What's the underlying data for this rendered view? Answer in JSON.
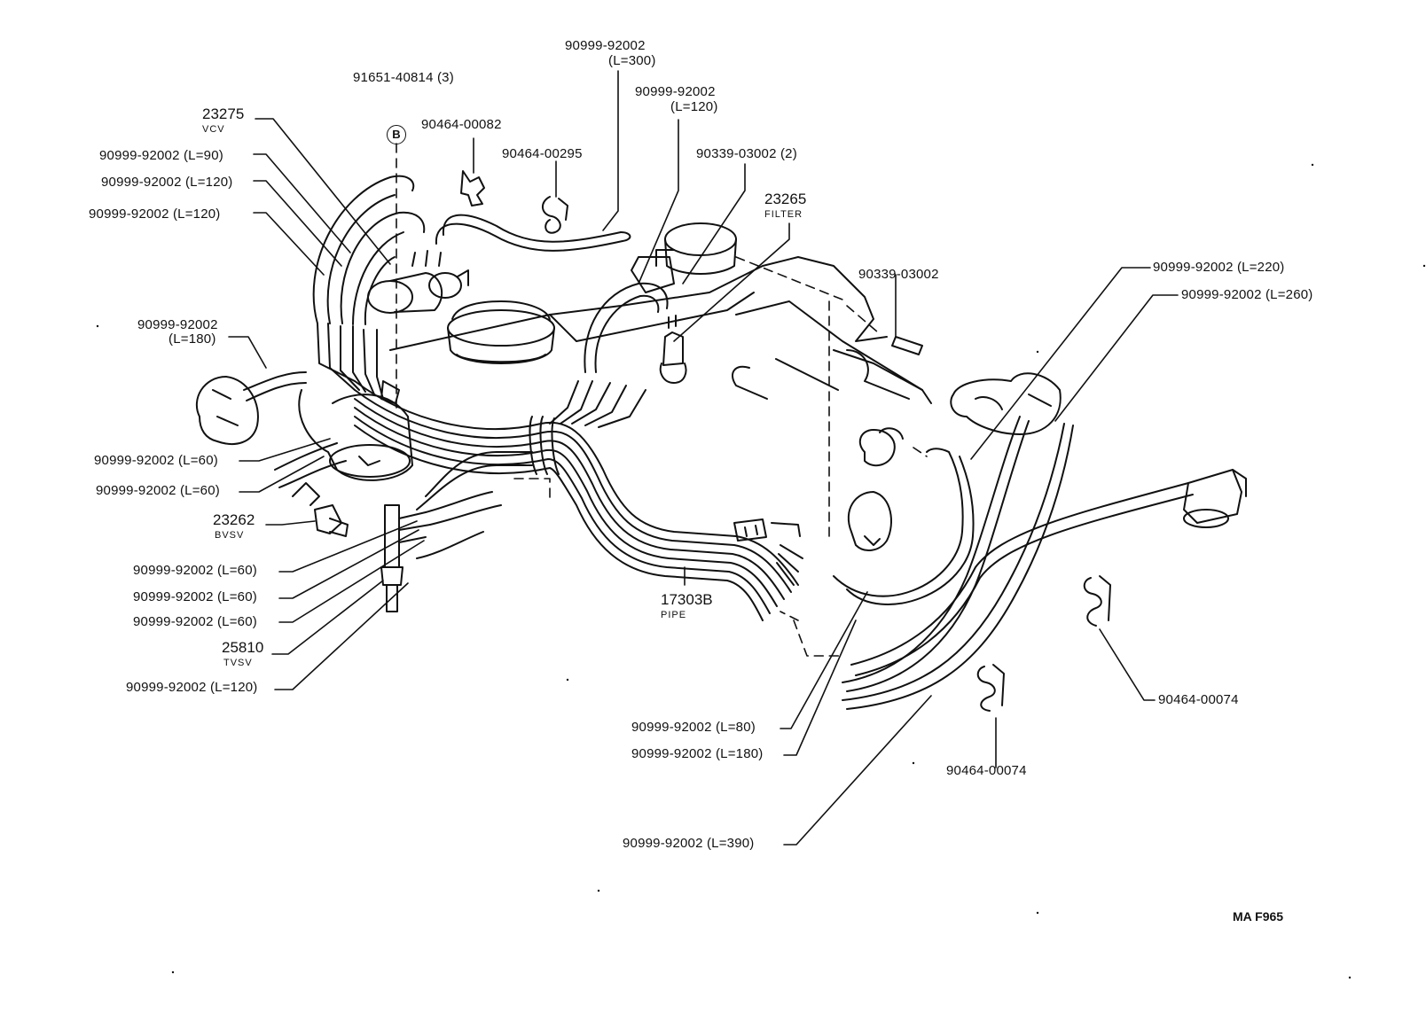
{
  "diagram_code": "MA F965",
  "section_badge": "B",
  "labels": {
    "l_91651": "91651-40814 (3)",
    "l_23275": "23275",
    "l_23275_sub": "VCV",
    "l_l90": "90999-92002 (L=90)",
    "l_l120a": "90999-92002 (L=120)",
    "l_l120b": "90999-92002 (L=120)",
    "l_l180a": "90999-92002",
    "l_l180a_len": "(L=180)",
    "l_l60a": "90999-92002 (L=60)",
    "l_l60b": "90999-92002 (L=60)",
    "l_23262": "23262",
    "l_23262_sub": "BVSV",
    "l_l60c": "90999-92002 (L=60)",
    "l_l60d": "90999-92002 (L=60)",
    "l_l60e": "90999-92002 (L=60)",
    "l_25810": "25810",
    "l_25810_sub": "TVSV",
    "l_l120c": "90999-92002 (L=120)",
    "l_90464_82": "90464-00082",
    "l_90464_295": "90464-00295",
    "l_l300": "90999-92002",
    "l_l300_len": "(L=300)",
    "l_l120d": "90999-92002",
    "l_l120d_len": "(L=120)",
    "l_90339_2": "90339-03002 (2)",
    "l_23265": "23265",
    "l_23265_sub": "FILTER",
    "l_90339": "90339-03002",
    "l_l220": "90999-92002 (L=220)",
    "l_l260": "90999-92002 (L=260)",
    "l_17303": "17303B",
    "l_17303_sub": "PIPE",
    "l_l80": "90999-92002 (L=80)",
    "l_l180b": "90999-92002 (L=180)",
    "l_90464_74a": "90464-00074",
    "l_90464_74b": "90464-00074",
    "l_l390": "90999-92002 (L=390)"
  }
}
